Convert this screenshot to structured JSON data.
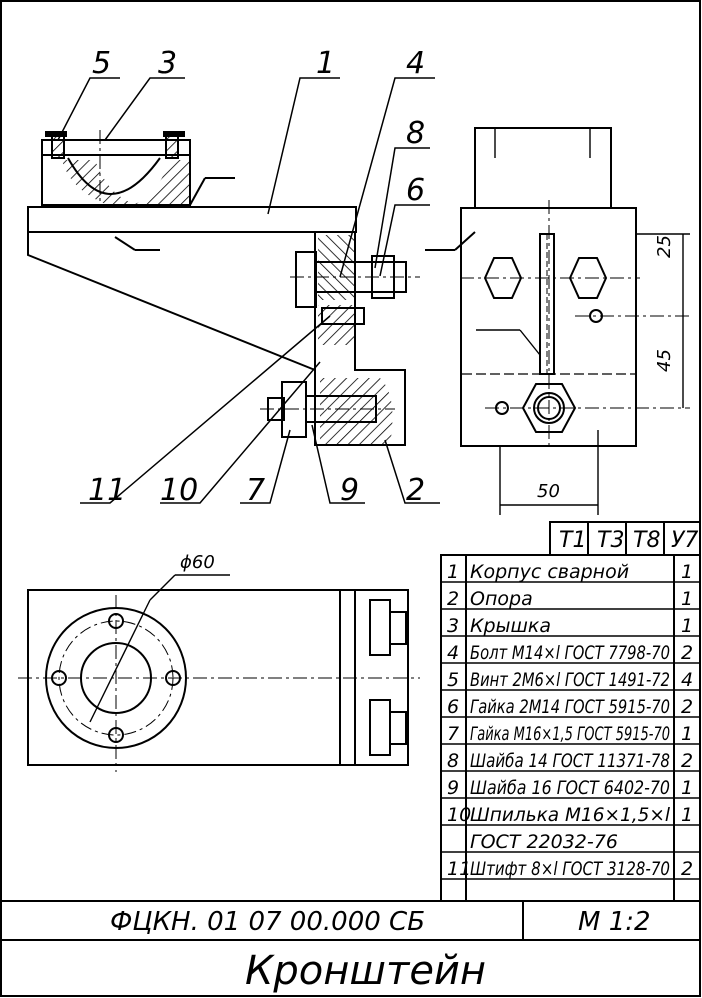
{
  "leaders": [
    {
      "n": "5"
    },
    {
      "n": "3"
    },
    {
      "n": "1"
    },
    {
      "n": "4"
    },
    {
      "n": "8"
    },
    {
      "n": "6"
    },
    {
      "n": "11"
    },
    {
      "n": "10"
    },
    {
      "n": "7"
    },
    {
      "n": "9"
    },
    {
      "n": "2"
    }
  ],
  "dimensions": {
    "d25": "25",
    "d45": "45",
    "d50": "50",
    "phi60": "ϕ60"
  },
  "header_cols": [
    "T1",
    "T3",
    "T8",
    "У7"
  ],
  "parts": [
    {
      "pos": "1",
      "name": "Корпус сварной",
      "qty": "1"
    },
    {
      "pos": "2",
      "name": "Опора",
      "qty": "1"
    },
    {
      "pos": "3",
      "name": "Крышка",
      "qty": "1"
    },
    {
      "pos": "4",
      "name": "Болт М14×l ГОСТ 7798-70",
      "qty": "2"
    },
    {
      "pos": "5",
      "name": "Винт 2М6×l ГОСТ 1491-72",
      "qty": "4"
    },
    {
      "pos": "6",
      "name": "Гайка 2М14 ГОСТ 5915-70",
      "qty": "2"
    },
    {
      "pos": "7",
      "name": "Гайка М16×1,5 ГОСТ 5915-70",
      "qty": "1"
    },
    {
      "pos": "8",
      "name": "Шайба 14 ГОСТ 11371-78",
      "qty": "2"
    },
    {
      "pos": "9",
      "name": "Шайба 16 ГОСТ 6402-70",
      "qty": "1"
    },
    {
      "pos": "10",
      "name": "Шпилька М16×1,5×l",
      "qty": "1"
    },
    {
      "pos": "",
      "name": "ГОСТ 22032-76",
      "qty": ""
    },
    {
      "pos": "11",
      "name": "Штифт 8×l ГОСТ 3128-70",
      "qty": "2"
    }
  ],
  "titleblock": {
    "code": "ФЦКН. 01 07 00.000 СБ",
    "scale": "М 1:2",
    "title": "Кронштейн"
  }
}
